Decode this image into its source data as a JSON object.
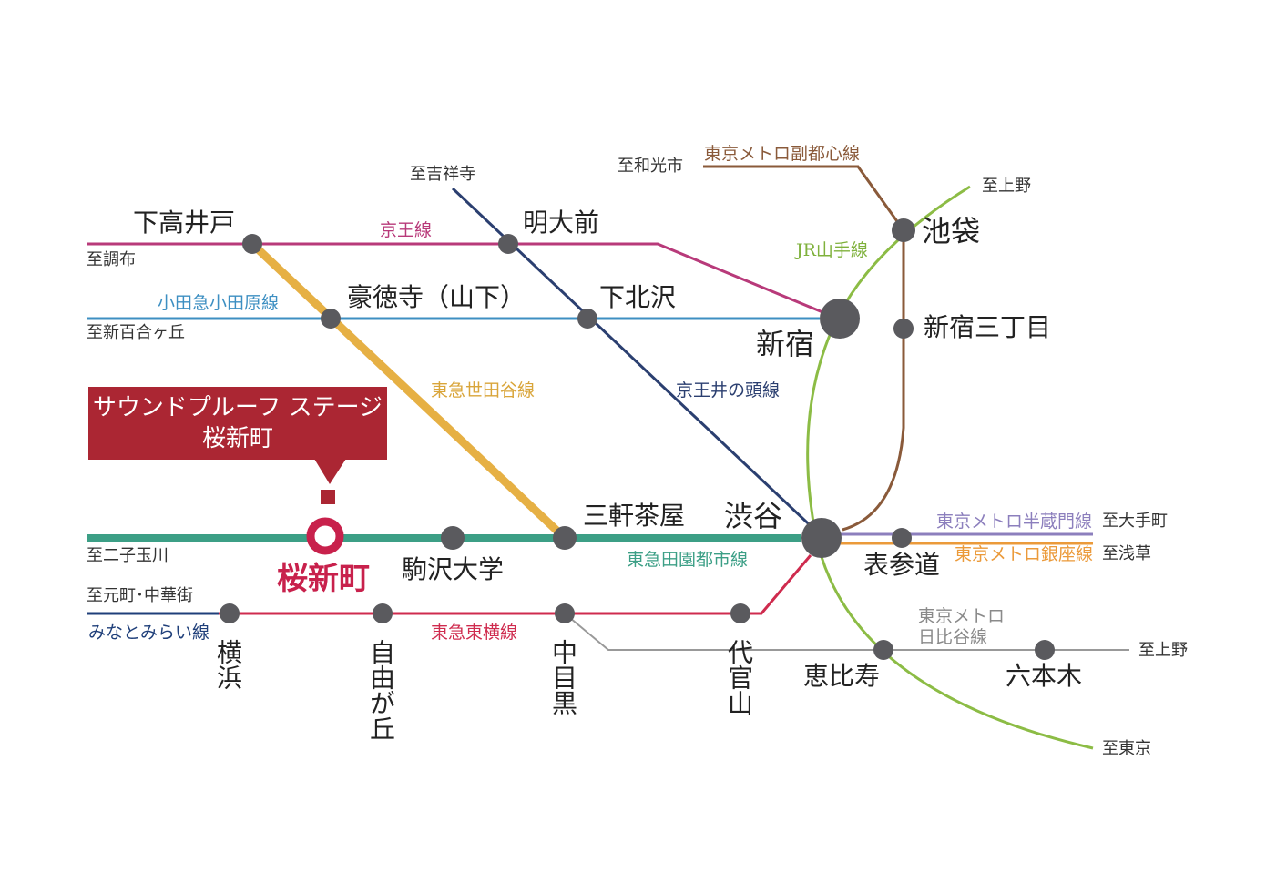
{
  "colors": {
    "keio": "#b83a7a",
    "odakyu": "#3d8fc2",
    "setagaya": "#e6b044",
    "inokashira": "#2b3f70",
    "denentoshi": "#3c9f86",
    "toyoko": "#cf2b4e",
    "yamanote": "#8cbc45",
    "fukutoshin": "#8a5a3a",
    "hanzomon": "#8c7fbd",
    "ginza": "#eb9a3a",
    "hibiya": "#999999",
    "minatomirai": "#1f3f7a",
    "station_dot": "#5a5a5e",
    "highlight": "#c8214c",
    "callout_bg": "#ab2633"
  },
  "callout": {
    "line1": "サウンドプルーフ ステージ",
    "line2": "桜新町"
  },
  "stations": {
    "shimotakaido": "下高井戸",
    "meidaimae": "明大前",
    "gotokuji": "豪徳寺（山下）",
    "shimokitazawa": "下北沢",
    "shinjuku": "新宿",
    "ikebukuro": "池袋",
    "shinjuku_sanchome": "新宿三丁目",
    "sangenjaya": "三軒茶屋",
    "shibuya": "渋谷",
    "sakurashinmachi": "桜新町",
    "komazawa": "駒沢大学",
    "omotesando": "表参道",
    "yokohama": "横浜",
    "jiyugaoka": "自由が丘",
    "nakameguro": "中目黒",
    "daikanyama": "代官山",
    "ebisu": "恵比寿",
    "roppongi": "六本木"
  },
  "lines": {
    "keio": "京王線",
    "odakyu": "小田急小田原線",
    "setagaya": "東急世田谷線",
    "inokashira": "京王井の頭線",
    "yamanote": "JR山手線",
    "fukutoshin": "東京メトロ副都心線",
    "denentoshi": "東急田園都市線",
    "toyoko": "東急東横線",
    "hanzomon": "東京メトロ半蔵門線",
    "ginza": "東京メトロ銀座線",
    "hibiya_1": "東京メトロ",
    "hibiya_2": "日比谷線",
    "minatomirai": "みなとみらい線"
  },
  "directions": {
    "chofu": "至調布",
    "shinyurigaoka": "至新百合ヶ丘",
    "kichijoji": "至吉祥寺",
    "wakoshi": "至和光市",
    "ueno_top": "至上野",
    "futakotamagawa": "至二子玉川",
    "motomachi": "至元町･中華街",
    "otemachi": "至大手町",
    "asakusa": "至浅草",
    "ueno_right": "至上野",
    "tokyo": "至東京"
  }
}
